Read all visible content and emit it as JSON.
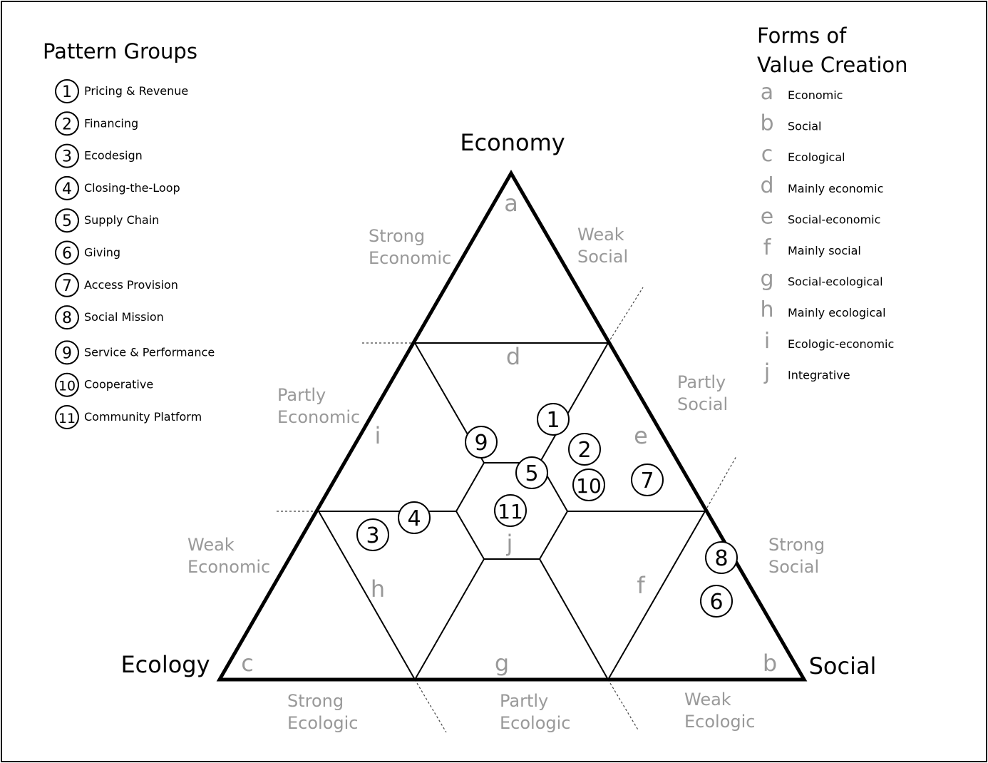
{
  "vertices": {
    "top": "Economy",
    "left": "Ecology",
    "right": "Social"
  },
  "zones": {
    "strong_economic": [
      "Strong",
      "Economic"
    ],
    "weak_social": [
      "Weak",
      "Social"
    ],
    "partly_economic": [
      "Partly",
      "Economic"
    ],
    "partly_social": [
      "Partly",
      "Social"
    ],
    "weak_economic": [
      "Weak",
      "Economic"
    ],
    "strong_social": [
      "Strong",
      "Social"
    ],
    "strong_ecologic": [
      "Strong",
      "Ecologic"
    ],
    "partly_ecologic": [
      "Partly",
      "Ecologic"
    ],
    "weak_ecologic": [
      "Weak",
      "Ecologic"
    ]
  },
  "region_letters": {
    "a": "a",
    "b": "b",
    "c": "c",
    "d": "d",
    "e": "e",
    "f": "f",
    "g": "g",
    "h": "h",
    "i": "i",
    "j": "j"
  },
  "pattern_groups": {
    "title": "Pattern Groups",
    "items": [
      {
        "num": "1",
        "label": "Pricing & Revenue"
      },
      {
        "num": "2",
        "label": "Financing"
      },
      {
        "num": "3",
        "label": "Ecodesign"
      },
      {
        "num": "4",
        "label": "Closing-the-Loop"
      },
      {
        "num": "5",
        "label": "Supply Chain"
      },
      {
        "num": "6",
        "label": "Giving"
      },
      {
        "num": "7",
        "label": "Access Provision"
      },
      {
        "num": "8",
        "label": "Social Mission"
      },
      {
        "num": "9",
        "label": "Service & Performance"
      },
      {
        "num": "10",
        "label": "Cooperative"
      },
      {
        "num": "11",
        "label": "Community Platform"
      }
    ]
  },
  "value_creation": {
    "title": [
      "Forms of",
      "Value Creation"
    ],
    "items": [
      {
        "letter": "a",
        "label": "Economic"
      },
      {
        "letter": "b",
        "label": "Social"
      },
      {
        "letter": "c",
        "label": "Ecological"
      },
      {
        "letter": "d",
        "label": "Mainly economic"
      },
      {
        "letter": "e",
        "label": "Social-economic"
      },
      {
        "letter": "f",
        "label": "Mainly social"
      },
      {
        "letter": "g",
        "label": "Social-ecological"
      },
      {
        "letter": "h",
        "label": "Mainly ecological"
      },
      {
        "letter": "i",
        "label": "Ecologic-economic"
      },
      {
        "letter": "j",
        "label": "Integrative"
      }
    ]
  },
  "markers": [
    "1",
    "2",
    "3",
    "4",
    "5",
    "6",
    "7",
    "8",
    "9",
    "10",
    "11"
  ]
}
